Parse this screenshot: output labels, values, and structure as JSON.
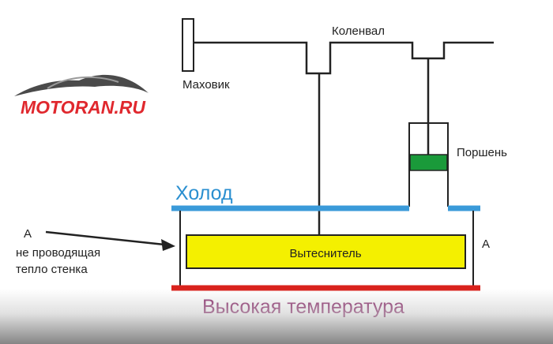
{
  "logo": {
    "text": "MOTORAN.RU"
  },
  "labels": {
    "flywheel": "Маховик",
    "crankshaft": "Коленвал",
    "piston": "Поршень",
    "cold": "Холод",
    "displacer": "Вытеснитель",
    "hot": "Высокая температура",
    "wall_a_left": "А",
    "wall_note_line1": "не проводящая",
    "wall_note_line2": "тепло стенка",
    "wall_a_right": "А"
  },
  "colors": {
    "cold_plate": "#3a9ad9",
    "hot_plate": "#d9221c",
    "displacer_fill": "#f4f000",
    "piston_fill": "#1a9a3a",
    "logo_red": "#e0282e",
    "hot_text": "#8a2a6a",
    "cold_text": "#2a8fd0"
  }
}
